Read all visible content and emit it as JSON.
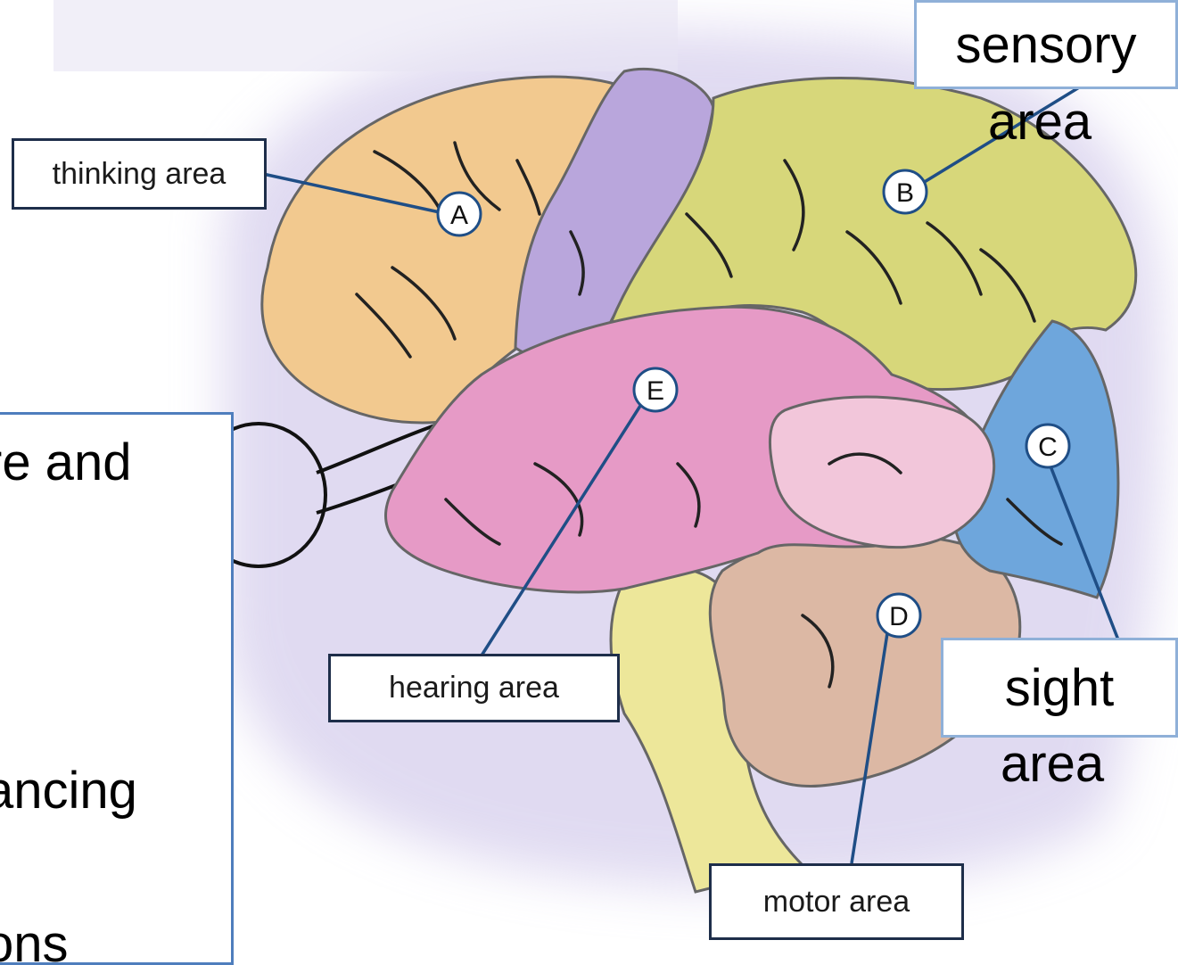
{
  "labels": {
    "thinking": "thinking area",
    "sensory_line1": "sensory",
    "sensory_line2": "area",
    "hearing": "hearing area",
    "sight_line1": "sight",
    "sight_line2": "area",
    "motor": "motor area"
  },
  "markers": {
    "a": "A",
    "b": "B",
    "c": "C",
    "d": "D",
    "e": "E"
  },
  "side_panel": {
    "line1": "re and",
    "line2": "ancing",
    "line3": "ons"
  },
  "colors": {
    "frontal": "#f2c98f",
    "motor_strip": "#b9a6dc",
    "parietal": "#d7d77a",
    "temporal": "#e69ac6",
    "temporal_inner": "#f2c6da",
    "occipital": "#6ea6dc",
    "cerebellum": "#dcb8a4",
    "brainstem": "#ede79a",
    "halo": "#c7bde6"
  }
}
